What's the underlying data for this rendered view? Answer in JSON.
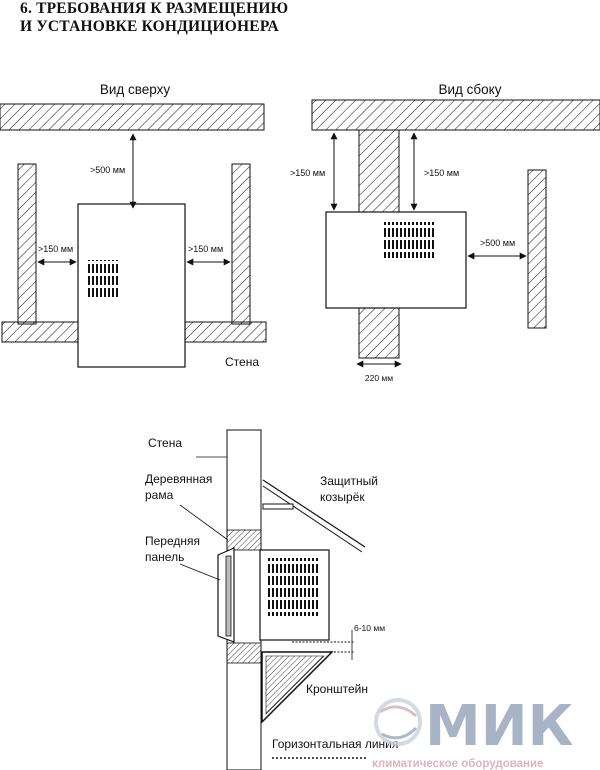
{
  "heading": {
    "line1": "6. ТРЕБОВАНИЯ К РАЗМЕЩЕНИЮ",
    "line2": "И УСТАНОВКЕ КОНДИЦИОНЕРА"
  },
  "top_view": {
    "title": "Вид сверху",
    "clearance_top": ">500 мм",
    "clearance_left": ">150 мм",
    "clearance_right": ">150 мм",
    "wall_label": "Стена"
  },
  "side_view": {
    "title": "Вид сбоку",
    "clearance_left": ">150 мм",
    "clearance_right": ">150 мм",
    "clearance_front": ">500 мм",
    "wall_width": "220 мм"
  },
  "install_view": {
    "wall": "Стена",
    "wood_frame_line1": "Деревянная",
    "wood_frame_line2": "рама",
    "canopy_line1": "Защитный",
    "canopy_line2": "козырёк",
    "front_panel_line1": "Передняя",
    "front_panel_line2": "панель",
    "tilt": "6-10 мм",
    "bracket": "Кронштейн",
    "horizontal_line": "Горизонтальная линия"
  },
  "logo": {
    "name": "МИК",
    "tagline": "климатическое оборудование",
    "colors": {
      "main": "#9aa7bb",
      "tagline": "#d8aeb2",
      "swirl": "#c8d3df"
    }
  },
  "colors": {
    "ink": "#111111",
    "background": "#ffffff"
  }
}
